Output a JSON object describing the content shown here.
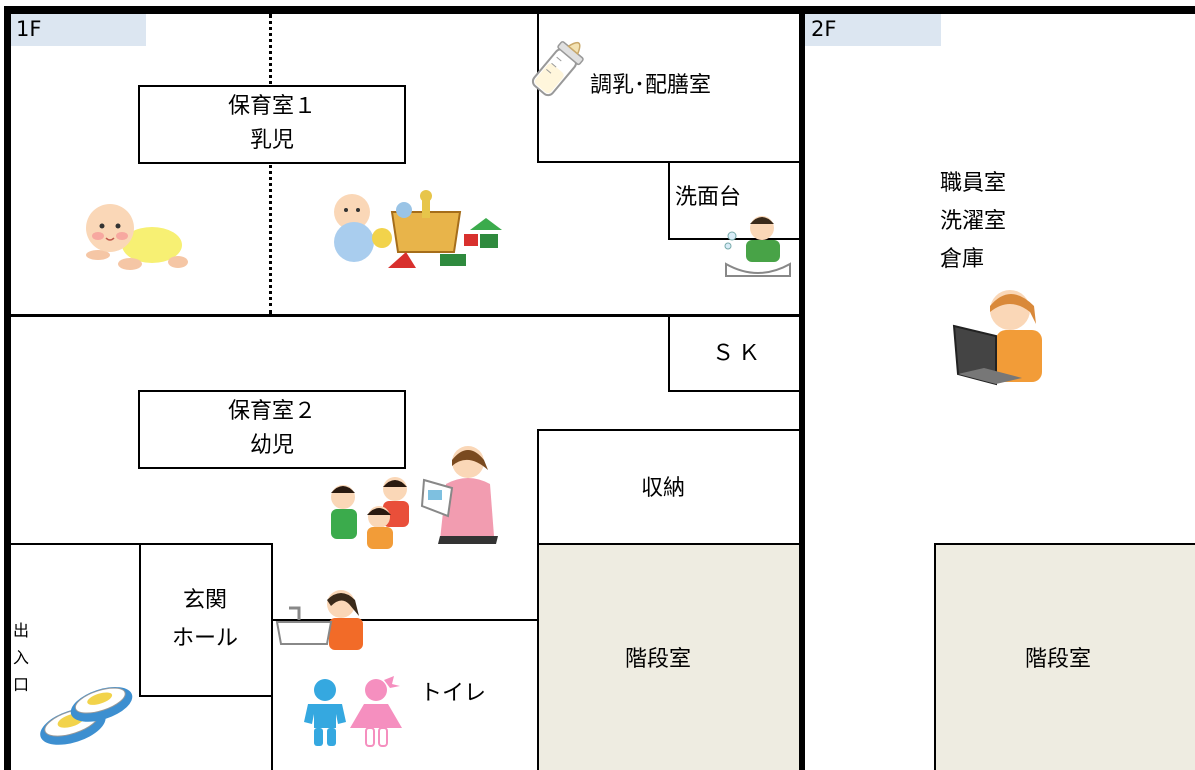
{
  "floor1": {
    "tag": "1F",
    "rooms": {
      "nursery1": {
        "line1": "保育室１",
        "line2": "乳児"
      },
      "formula_room": "調乳･配膳室",
      "washbasin": "洗面台",
      "sk": "ＳＫ",
      "nursery2": {
        "line1": "保育室２",
        "line2": "幼児"
      },
      "storage": "収納",
      "entrance_hall": {
        "line1": "玄関",
        "line2": "ホール"
      },
      "entrance": {
        "c1": "出",
        "c2": "入",
        "c3": "口"
      },
      "stairwell": "階段室",
      "toilet": "トイレ"
    }
  },
  "floor2": {
    "tag": "2F",
    "rooms": {
      "staff": {
        "line1": "職員室",
        "line2": "洗濯室",
        "line3": "倉庫"
      },
      "stairwell": "階段室"
    }
  },
  "colors": {
    "floor_tag": "#dce6f1",
    "stairwell": "#eeece1",
    "wall": "#000000"
  },
  "icons": [
    "baby-bottle-icon",
    "crawling-baby-icon",
    "baby-with-toys-icon",
    "child-washing-icon",
    "staff-laptop-icon",
    "teacher-reading-icon",
    "handwashing-child-icon",
    "boy-toilet-icon",
    "girl-toilet-icon",
    "shoes-icon"
  ]
}
